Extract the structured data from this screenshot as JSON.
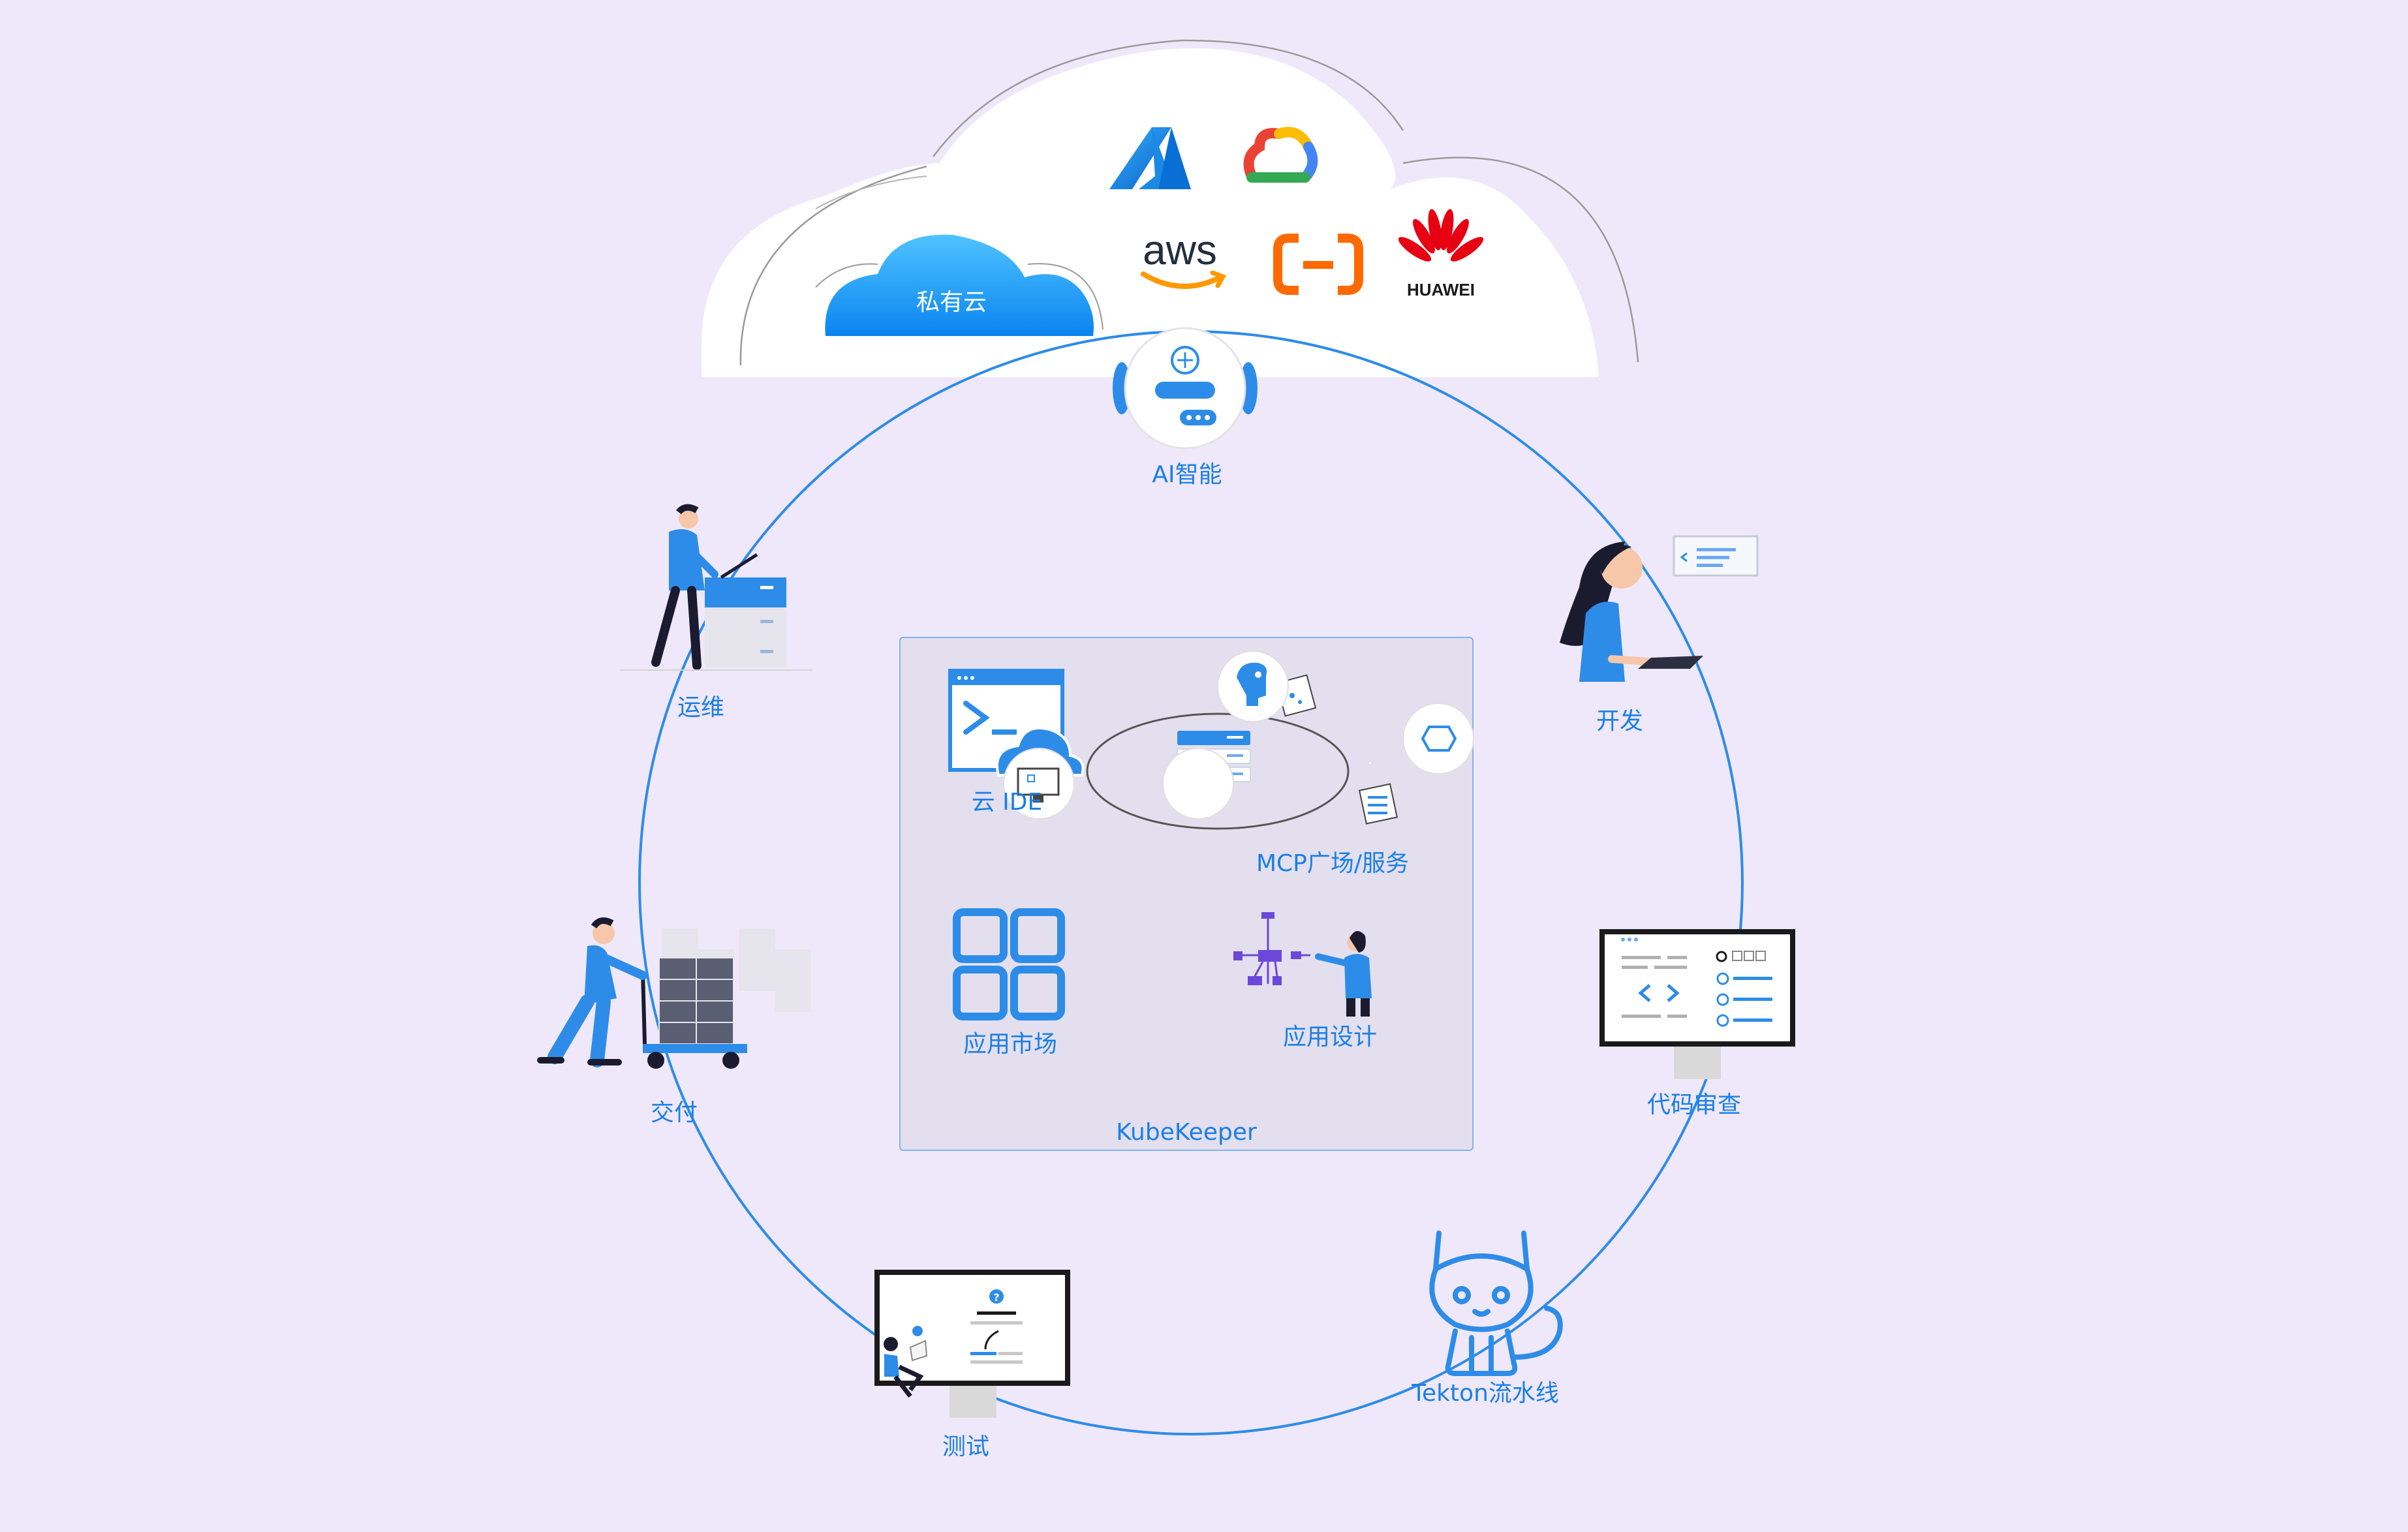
{
  "cloud": {
    "private_cloud_label": "私有云",
    "providers": [
      {
        "name": "azure-logo"
      },
      {
        "name": "google-cloud-logo"
      },
      {
        "name": "aws-logo",
        "wordmark": "aws"
      },
      {
        "name": "alibaba-cloud-logo"
      },
      {
        "name": "huawei-logo",
        "wordmark": "HUAWEI"
      }
    ]
  },
  "cycle": {
    "ai": "AI智能",
    "dev": "开发",
    "code_review": "代码审查",
    "tekton": "Tekton流水线",
    "test": "测试",
    "delivery": "交付",
    "ops": "运维"
  },
  "center": {
    "title": "KubeKeeper",
    "cloud_ide": "云 IDE",
    "mcp": "MCP广场/服务",
    "app_market": "应用市场",
    "app_design": "应用设计"
  },
  "colors": {
    "background": "#efe8fa",
    "accent": "#1a7fe6",
    "ring": "#2d8ce8",
    "panel": "#e3dfee"
  }
}
